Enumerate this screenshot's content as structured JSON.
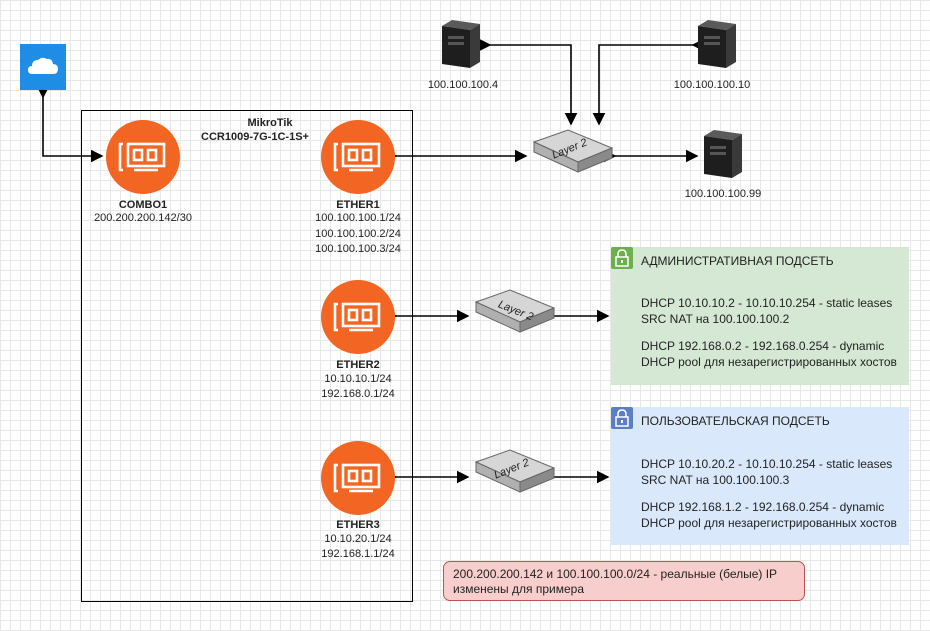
{
  "router": {
    "name": "MikroTik",
    "model": "CCR1009-7G-1C-1S+"
  },
  "interfaces": [
    {
      "name": "COMBO1",
      "ips": [
        "200.200.200.142/30"
      ]
    },
    {
      "name": "ETHER1",
      "ips": [
        "100.100.100.1/24",
        "100.100.100.2/24",
        "100.100.100.3/24"
      ]
    },
    {
      "name": "ETHER2",
      "ips": [
        "10.10.10.1/24",
        "192.168.0.1/24"
      ]
    },
    {
      "name": "ETHER3",
      "ips": [
        "10.10.20.1/24",
        "192.168.1.1/24"
      ]
    }
  ],
  "switch_label": "Layer 2",
  "servers": [
    "100.100.100.4",
    "100.100.100.10",
    "100.100.100.99"
  ],
  "admin_subnet": {
    "title": "АДМИНИСТРАТИВНАЯ ПОДСЕТЬ",
    "lines": [
      "DHCP 10.10.10.2 - 10.10.10.254 - static leases",
      "SRC NAT на 100.100.100.2",
      "DHCP 192.168.0.2 - 192.168.0.254 - dynamic",
      "DHCP pool для незарегистрированных хостов"
    ]
  },
  "user_subnet": {
    "title": "ПОЛЬЗОВАТЕЛЬСКАЯ ПОДСЕТЬ",
    "lines": [
      "DHCP 10.10.20.2 - 10.10.10.254 - static leases",
      "SRC NAT на 100.100.100.3",
      "DHCP 192.168.1.2 - 192.168.0.254 - dynamic",
      "DHCP pool для незарегистрированных хостов"
    ]
  },
  "note": {
    "lines": [
      "200.200.200.142  и 100.100.100.0/24 - реальные (белые) IP",
      "изменены для примера"
    ]
  },
  "icons": {
    "cloud": "cloud-icon",
    "nic": "network-card-icon",
    "switch": "switch-icon",
    "server": "server-icon",
    "lock": "lock-icon"
  },
  "colors": {
    "nic": "#f26522",
    "admin_bg": "#d5e8d4",
    "user_bg": "#dae8fc",
    "note_bg": "#f8cecc",
    "note_border": "#b85450",
    "cloud": "#1f8de6"
  }
}
